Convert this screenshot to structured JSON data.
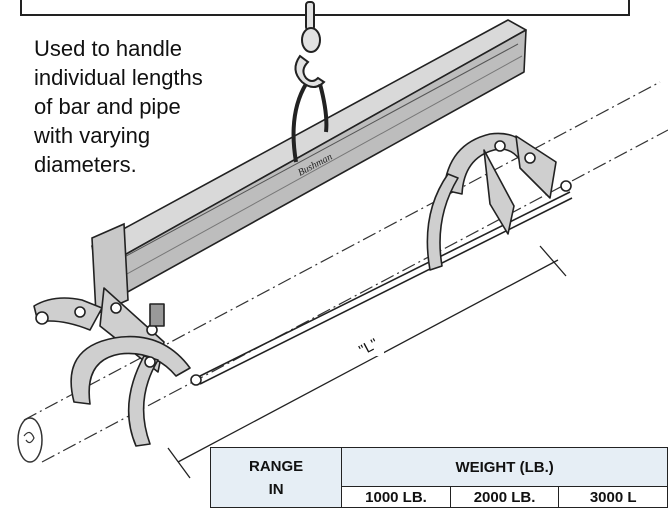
{
  "description": {
    "lines": [
      "Used to handle",
      "individual lengths",
      "of bar and pipe",
      "with varying",
      "diameters."
    ]
  },
  "illustration": {
    "brand": "Bushman",
    "dimension_label": "\"L\""
  },
  "table": {
    "range_header": "RANGE",
    "range_subheader": "IN",
    "weight_header": "WEIGHT (LB.)",
    "capacities": [
      "1000 LB.",
      "2000 LB.",
      "3000 L"
    ]
  }
}
